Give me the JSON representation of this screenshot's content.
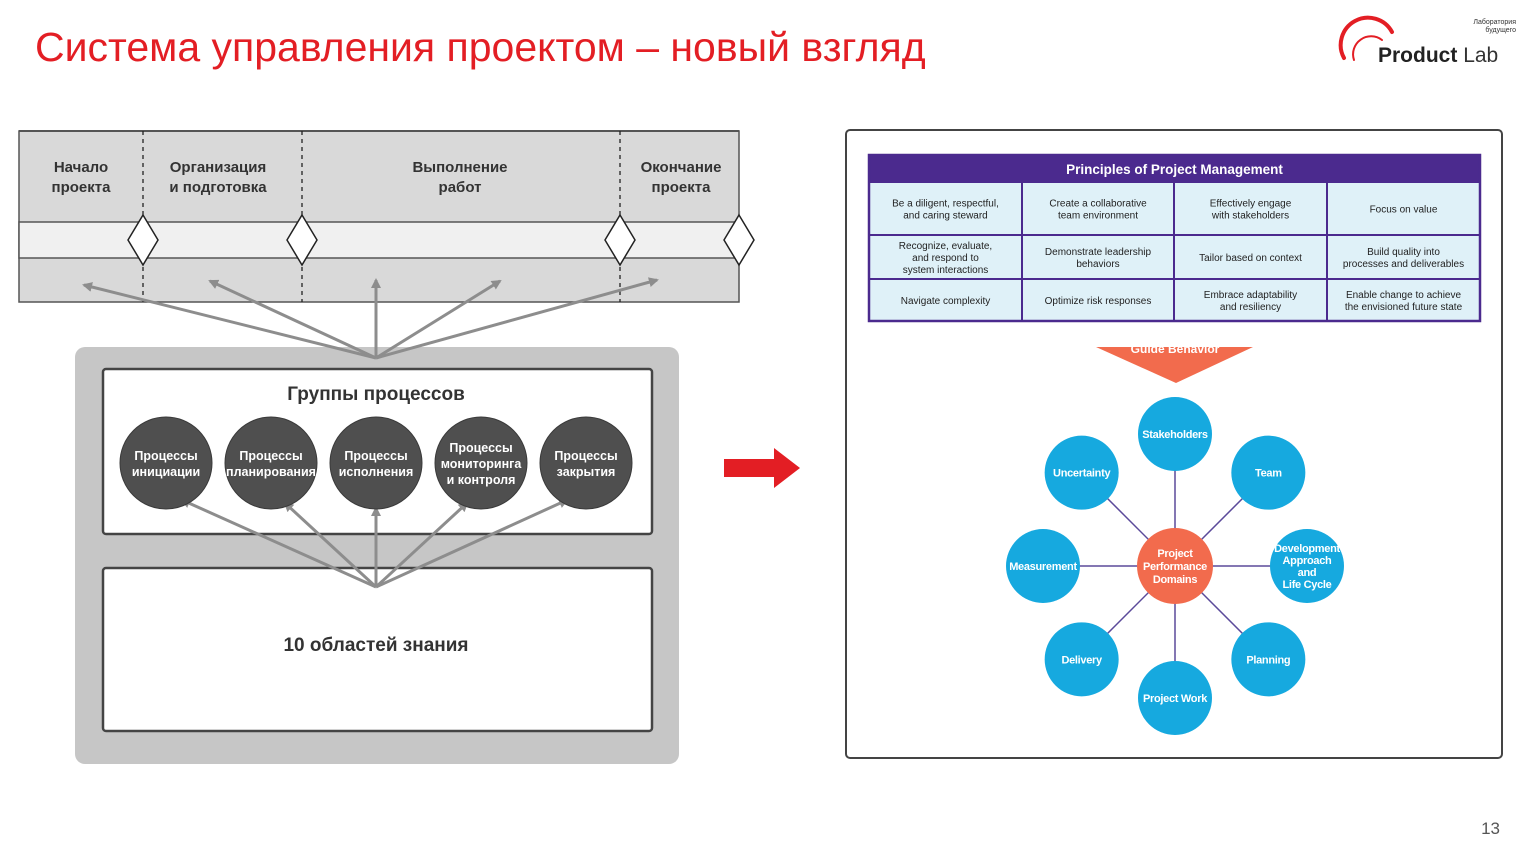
{
  "slide": {
    "title": "Система управления проектом – новый взгляд",
    "page_number": "13"
  },
  "logo": {
    "subtitle_line1": "Лаборатория",
    "subtitle_line2": "будущего",
    "word1": "Product",
    "word2": "Lab",
    "accent_color": "#e31e24"
  },
  "left_diagram": {
    "phases": [
      {
        "line1": "Начало",
        "line2": "проекта"
      },
      {
        "line1": "Организация",
        "line2": "и подготовка"
      },
      {
        "line1": "Выполнение",
        "line2": "работ"
      },
      {
        "line1": "Окончание",
        "line2": "проекта"
      }
    ],
    "groups_title": "Группы процессов",
    "processes": [
      {
        "lines": [
          "Процессы",
          "инициации"
        ]
      },
      {
        "lines": [
          "Процессы",
          "планирования"
        ]
      },
      {
        "lines": [
          "Процессы",
          "исполнения"
        ]
      },
      {
        "lines": [
          "Процессы",
          "мониторинга",
          "и контроля"
        ]
      },
      {
        "lines": [
          "Процессы",
          "закрытия"
        ]
      }
    ],
    "knowledge_title": "10 областей знания"
  },
  "arrow_color": "#e31e24",
  "right_diagram": {
    "table_title": "Principles of Project Management",
    "header_color": "#4b2a8e",
    "cell_color": "#dff1f8",
    "principles": [
      [
        [
          "Be a diligent, respectful,",
          "and caring steward"
        ],
        [
          "Create a collaborative",
          "team environment"
        ],
        [
          "Effectively engage",
          "with stakeholders"
        ],
        [
          "Focus on value"
        ]
      ],
      [
        [
          "Recognize, evaluate,",
          "and respond to",
          "system interactions"
        ],
        [
          "Demonstrate leadership",
          "behaviors"
        ],
        [
          "Tailor based on context"
        ],
        [
          "Build quality into",
          "processes and deliverables"
        ]
      ],
      [
        [
          "Navigate complexity"
        ],
        [
          "Optimize risk responses"
        ],
        [
          "Embrace adaptability",
          "and resiliency"
        ],
        [
          "Enable change to achieve",
          "the envisioned future state"
        ]
      ]
    ],
    "guide_label": "Guide Behavior",
    "guide_color": "#f26b4d",
    "center": {
      "lines": [
        "Project",
        "Performance",
        "Domains"
      ],
      "color": "#f26b4d"
    },
    "domain_color": "#16a9df",
    "domains": [
      {
        "lines": [
          "Stakeholders"
        ]
      },
      {
        "lines": [
          "Team"
        ]
      },
      {
        "lines": [
          "Development",
          "Approach",
          "and",
          "Life Cycle"
        ]
      },
      {
        "lines": [
          "Planning"
        ]
      },
      {
        "lines": [
          "Project Work"
        ]
      },
      {
        "lines": [
          "Delivery"
        ]
      },
      {
        "lines": [
          "Measurement"
        ]
      },
      {
        "lines": [
          "Uncertainty"
        ]
      }
    ]
  }
}
